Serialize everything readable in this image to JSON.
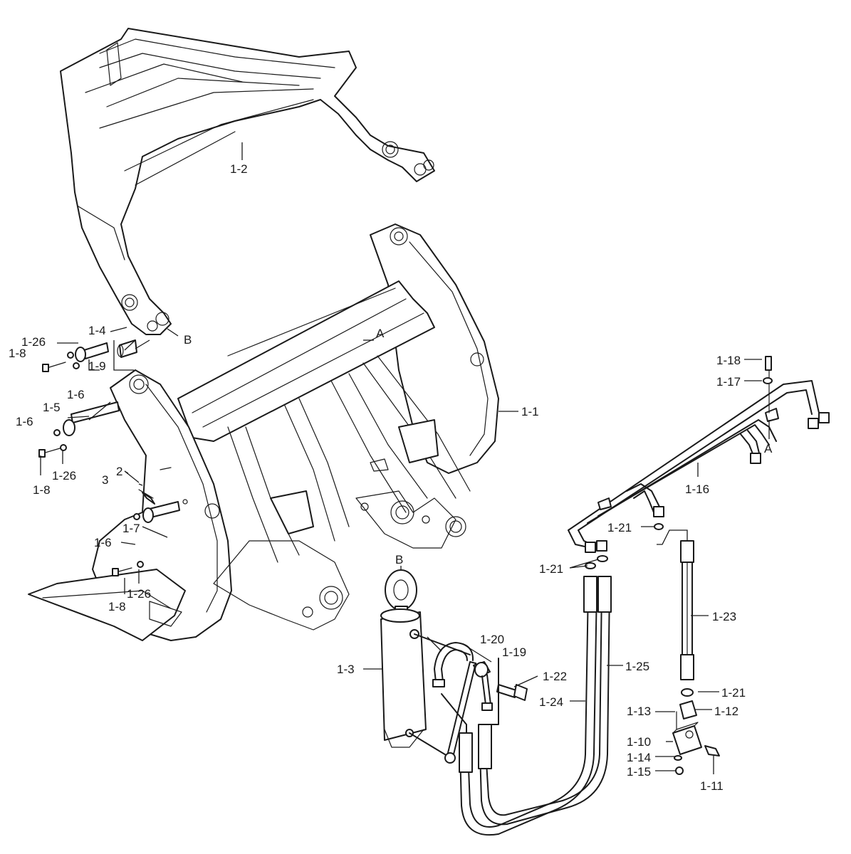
{
  "labels": [
    {
      "id": "1-2",
      "text": "1-2"
    },
    {
      "id": "1-1",
      "text": "1-1"
    },
    {
      "id": "1-3",
      "text": "1-3"
    },
    {
      "id": "1-4",
      "text": "1-4"
    },
    {
      "id": "1-5",
      "text": "1-5"
    },
    {
      "id": "1-6a",
      "text": "1-6"
    },
    {
      "id": "1-6b",
      "text": "1-6"
    },
    {
      "id": "1-6c",
      "text": "1-6"
    },
    {
      "id": "1-7",
      "text": "1-7"
    },
    {
      "id": "1-8a",
      "text": "1-8"
    },
    {
      "id": "1-8b",
      "text": "1-8"
    },
    {
      "id": "1-8c",
      "text": "1-8"
    },
    {
      "id": "1-9",
      "text": "1-9"
    },
    {
      "id": "1-10",
      "text": "1-10"
    },
    {
      "id": "1-11",
      "text": "1-11"
    },
    {
      "id": "1-12",
      "text": "1-12"
    },
    {
      "id": "1-13",
      "text": "1-13"
    },
    {
      "id": "1-14",
      "text": "1-14"
    },
    {
      "id": "1-15",
      "text": "1-15"
    },
    {
      "id": "1-16",
      "text": "1-16"
    },
    {
      "id": "1-17",
      "text": "1-17"
    },
    {
      "id": "1-18",
      "text": "1-18"
    },
    {
      "id": "1-19",
      "text": "1-19"
    },
    {
      "id": "1-20",
      "text": "1-20"
    },
    {
      "id": "1-21a",
      "text": "1-21"
    },
    {
      "id": "1-21b",
      "text": "1-21"
    },
    {
      "id": "1-21c",
      "text": "1-21"
    },
    {
      "id": "1-22",
      "text": "1-22"
    },
    {
      "id": "1-23",
      "text": "1-23"
    },
    {
      "id": "1-24",
      "text": "1-24"
    },
    {
      "id": "1-25",
      "text": "1-25"
    },
    {
      "id": "1-26a",
      "text": "1-26"
    },
    {
      "id": "1-26b",
      "text": "1-26"
    },
    {
      "id": "1-26c",
      "text": "1-26"
    },
    {
      "id": "2",
      "text": "2"
    },
    {
      "id": "3",
      "text": "3"
    },
    {
      "id": "A1",
      "text": "A"
    },
    {
      "id": "A2",
      "text": "A"
    },
    {
      "id": "B1",
      "text": "B"
    },
    {
      "id": "B2",
      "text": "B"
    }
  ]
}
